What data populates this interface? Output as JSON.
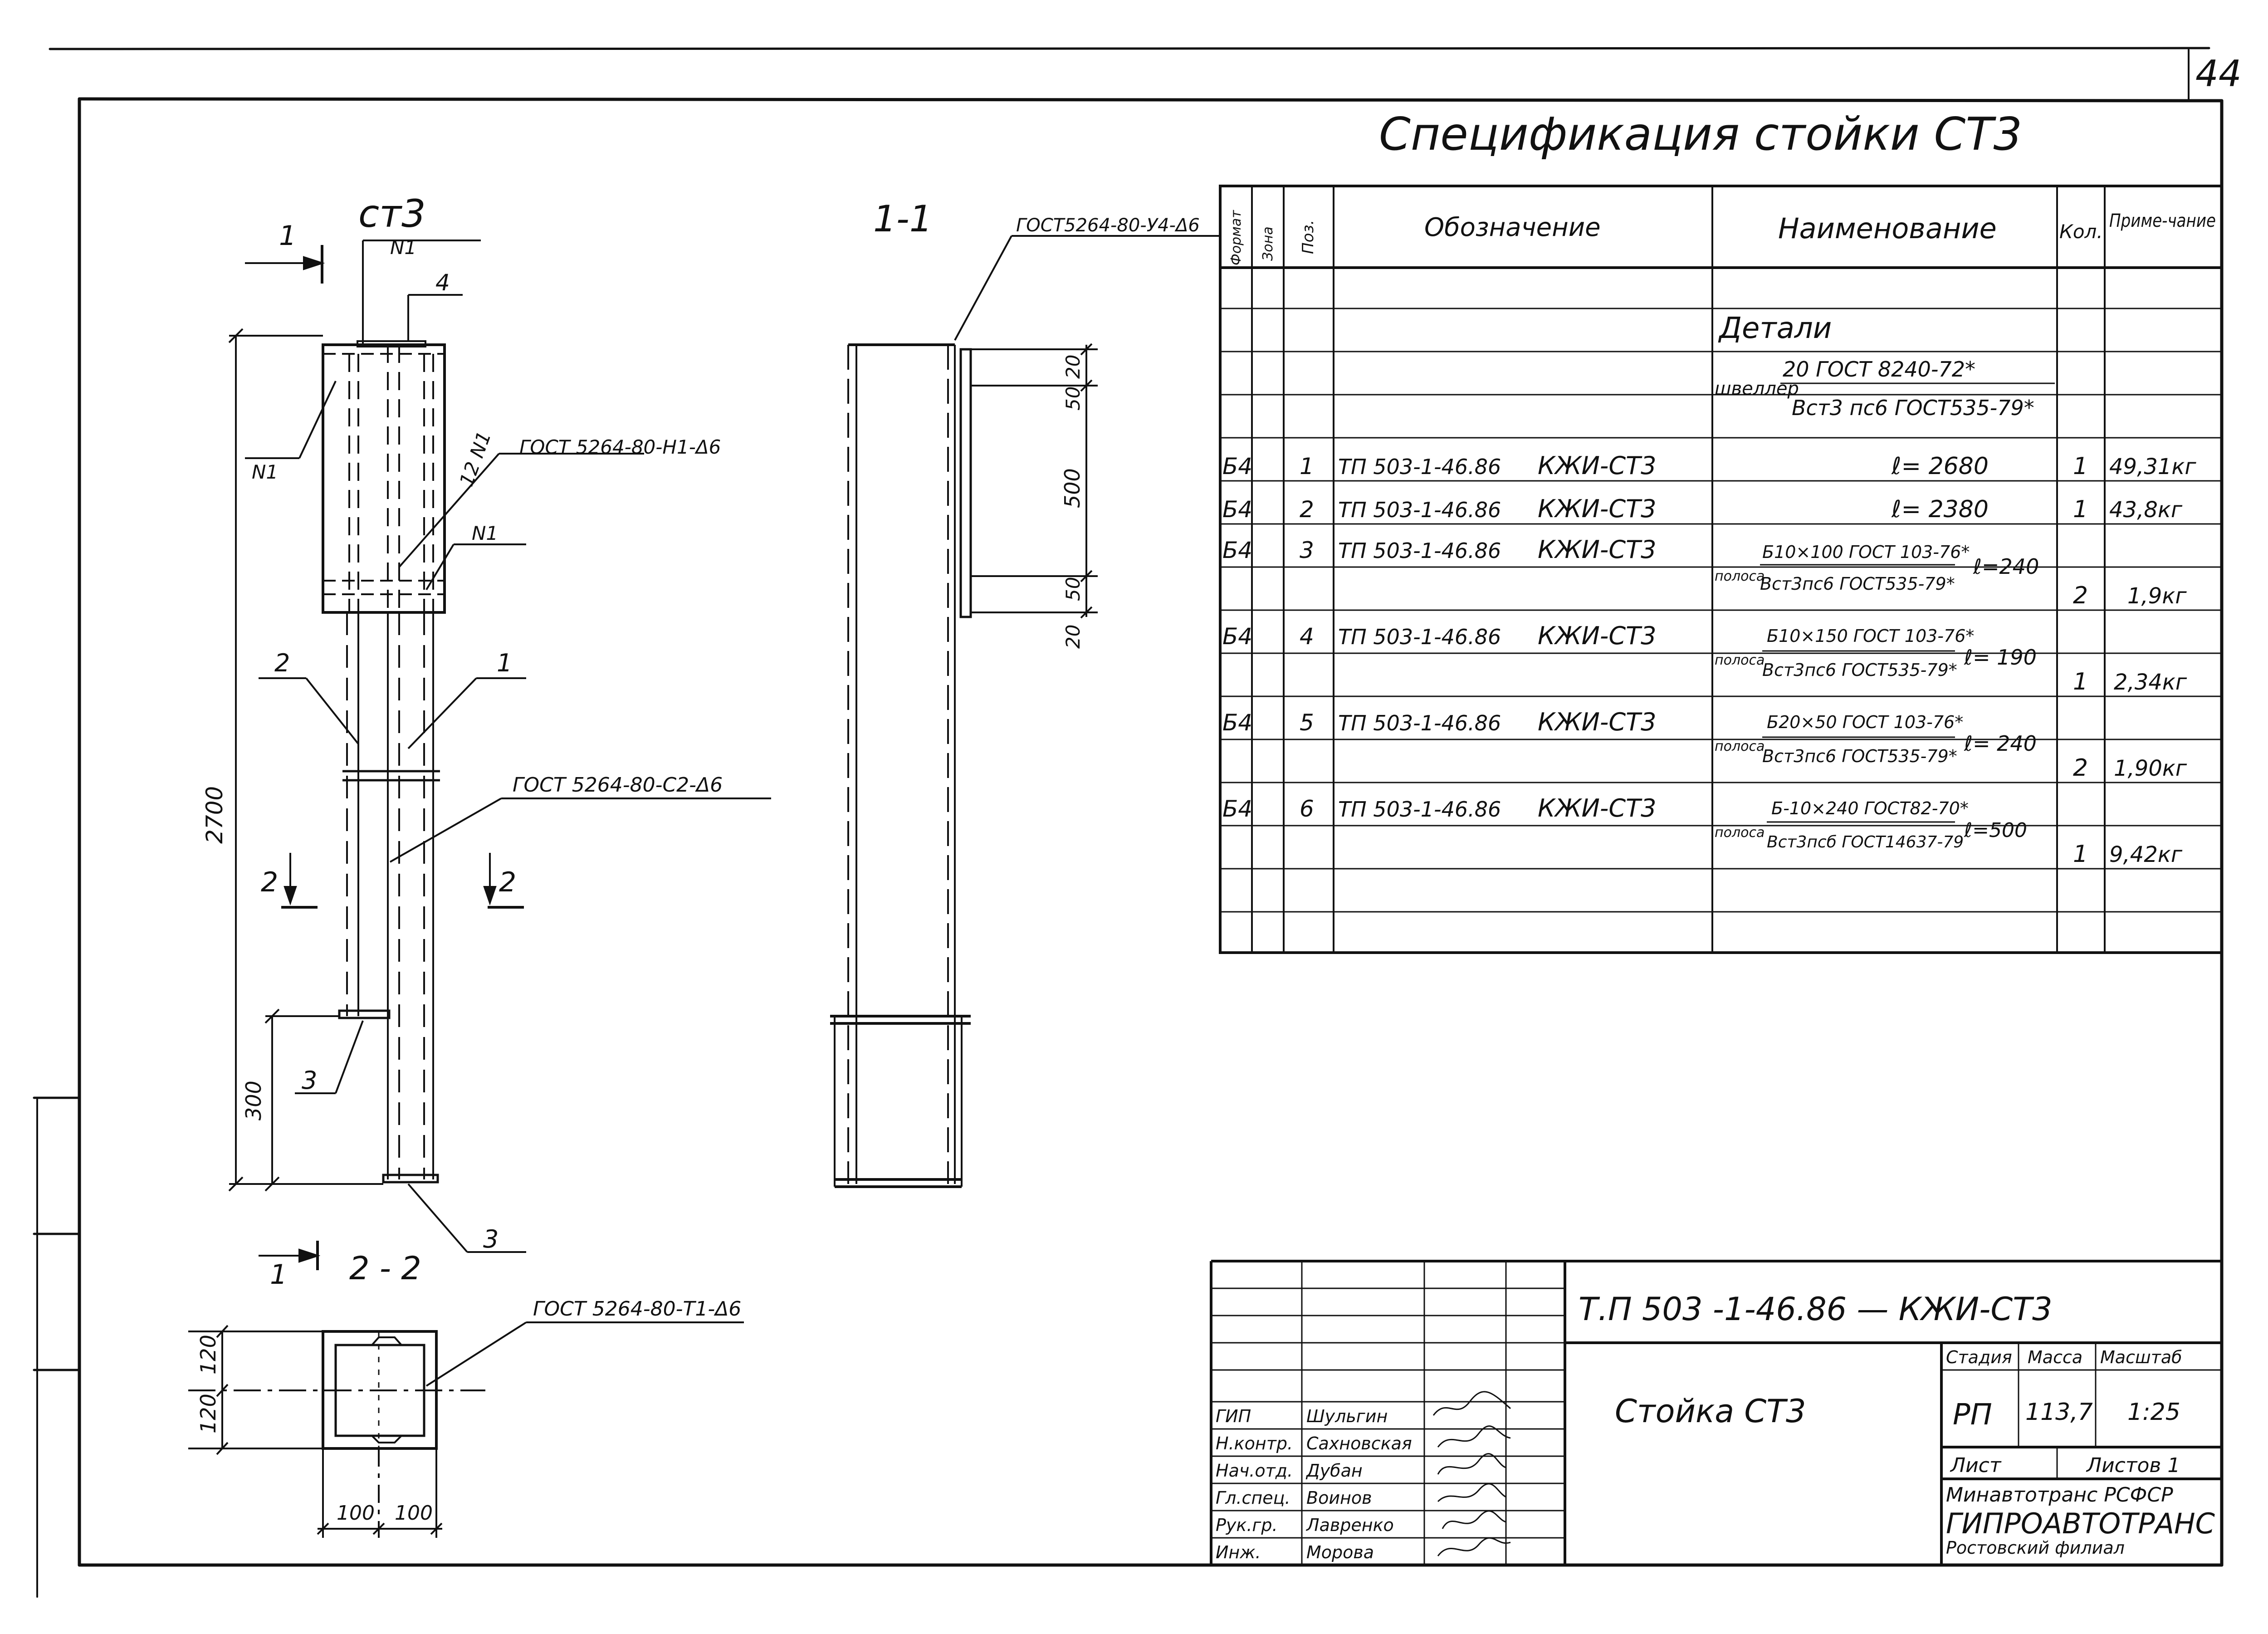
{
  "sheet_number": "44",
  "spec_title": "Спецификация стойки СТ3",
  "drawing": {
    "view_main_label": "ст3",
    "view_1_1_label": "1-1",
    "view_2_2_label": "2 - 2",
    "cut_1": "1",
    "cut_2": "2",
    "callouts": {
      "n1_top": "N1",
      "n1_left": "N1",
      "n1_right": "N1",
      "n12": "12 N1",
      "pos4": "4",
      "pos1": "1",
      "pos2": "2",
      "pos3a": "3",
      "pos3b": "3"
    },
    "welds": {
      "h1": "ГОСТ 5264-80-Н1-Δ6",
      "c2": "ГОСТ 5264-80-С2-Δ6",
      "t1": "ГОСТ 5264-80-Т1-Δ6",
      "u4": "ГОСТ5264-80-У4-Δ6"
    },
    "dims": {
      "total_height": "2700",
      "base_height": "300",
      "plate_spacing": "500",
      "d20_top": "20",
      "d50_top": "50",
      "d50_bot": "50",
      "d20_bot": "20",
      "sec_120a": "120",
      "sec_120b": "120",
      "sec_100a": "100",
      "sec_100b": "100"
    }
  },
  "spec_table": {
    "headers": {
      "format": "Формат",
      "zone": "Зона",
      "pos": "Поз.",
      "designation": "Обозначение",
      "name": "Наименование",
      "qty": "Кол.",
      "note": "Приме-чание"
    },
    "section_title": "Детали",
    "channel": {
      "prefix": "швеллер",
      "top": "20 ГОСТ 8240-72*",
      "bottom": "Вст3 пс6 ГОСТ535-79*"
    },
    "rows": [
      {
        "format": "Б4",
        "pos": "1",
        "code": "ТП 503-1-46.86",
        "mark": "КЖИ-СТ3",
        "prefix": "",
        "top": "",
        "bottom": "",
        "length": "ℓ= 2680",
        "qty": "1",
        "note": "49,31кг"
      },
      {
        "format": "Б4",
        "pos": "2",
        "code": "ТП 503-1-46.86",
        "mark": "КЖИ-СТ3",
        "prefix": "",
        "top": "",
        "bottom": "",
        "length": "ℓ= 2380",
        "qty": "1",
        "note": "43,8кг"
      },
      {
        "format": "Б4",
        "pos": "3",
        "code": "ТП 503-1-46.86",
        "mark": "КЖИ-СТ3",
        "prefix": "полоса",
        "top": "Б10×100 ГОСТ 103-76*",
        "bottom": "Вст3пс6 ГОСТ535-79*",
        "length": "ℓ=240",
        "qty": "2",
        "note": "1,9кг"
      },
      {
        "format": "Б4",
        "pos": "4",
        "code": "ТП 503-1-46.86",
        "mark": "КЖИ-СТ3",
        "prefix": "полоса",
        "top": "Б10×150 ГОСТ 103-76*",
        "bottom": "Вст3пс6 ГОСТ535-79*",
        "length": "ℓ= 190",
        "qty": "1",
        "note": "2,34кг"
      },
      {
        "format": "Б4",
        "pos": "5",
        "code": "ТП 503-1-46.86",
        "mark": "КЖИ-СТ3",
        "prefix": "полоса",
        "top": "Б20×50 ГОСТ 103-76*",
        "bottom": "Вст3пс6 ГОСТ535-79*",
        "length": "ℓ= 240",
        "qty": "2",
        "note": "1,90кг"
      },
      {
        "format": "Б4",
        "pos": "6",
        "code": "ТП 503-1-46.86",
        "mark": "КЖИ-СТ3",
        "prefix": "полоса",
        "top": "Б-10×240 ГОСТ82-70*",
        "bottom": "Вст3псб ГОСТ14637-79",
        "length": "ℓ=500",
        "qty": "1",
        "note": "9,42кг"
      }
    ]
  },
  "title_block": {
    "doc_code": "Т.П   503 -1-46.86 — КЖИ-СТ3",
    "item_name": "Стойка СТ3",
    "stage_label": "Стадия",
    "mass_label": "Масса",
    "scale_label": "Масштаб",
    "stage": "РП",
    "mass": "113,7",
    "scale": "1:25",
    "sheet_label": "Лист",
    "sheets_label": "Листов 1",
    "org_1": "Минавтотранс РСФСР",
    "org_2": "ГИПРОАВТОТРАНС",
    "org_3": "Ростовский филиал",
    "staff": [
      {
        "role": "ГИП",
        "name": "Шульгин"
      },
      {
        "role": "Н.контр.",
        "name": "Сахновская"
      },
      {
        "role": "Нач.отд.",
        "name": "Дубан"
      },
      {
        "role": "Гл.спец.",
        "name": "Воинов"
      },
      {
        "role": "Рук.гр.",
        "name": "Лавренко"
      },
      {
        "role": "Инж.",
        "name": "Морова"
      }
    ]
  }
}
